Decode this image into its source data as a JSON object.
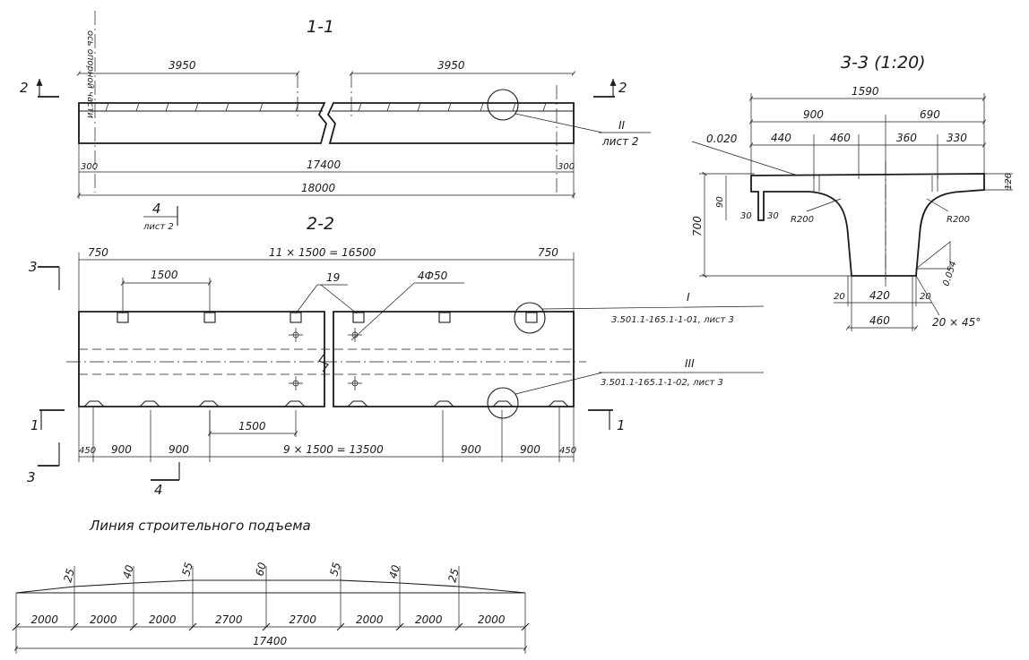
{
  "section_1_1": {
    "title": "1-1",
    "support_axis_note": "ось опорной части",
    "dim_left": "3950",
    "dim_right": "3950",
    "dim_end_left": "300",
    "dim_end_right": "300",
    "dim_span": "17400",
    "dim_total": "18000",
    "cut_mark_left": "2",
    "cut_mark_right": "2",
    "callout_num": "II",
    "callout_ref": "лист 2",
    "cut4_num": "4",
    "cut4_ref": "лист 2"
  },
  "section_2_2": {
    "title": "2-2",
    "dim_end_left_top": "750",
    "dim_repeat_top": "11 × 1500 = 16500",
    "dim_end_right_top": "750",
    "dim_step_top": "1500",
    "pos_19": "19",
    "holes": "4Ф50",
    "callout_I_num": "I",
    "callout_I_ref": "3.501.1-165.1-1-01, лист 3",
    "callout_III_num": "III",
    "callout_III_ref": "3.501.1-165.1-1-02, лист 3",
    "dim_step_bottom": "1500",
    "dim_b_450_left": "450",
    "dim_b_900_1": "900",
    "dim_b_900_2": "900",
    "dim_repeat_bottom": "9 × 1500 = 13500",
    "dim_b_900_3": "900",
    "dim_b_900_4": "900",
    "dim_b_450_right": "450",
    "cut1_left": "1",
    "cut1_right": "1",
    "cut3": "3",
    "cut3_bottom": "3",
    "cut4": "4"
  },
  "section_3_3": {
    "title": "3-3 (1:20)",
    "dim_1590": "1590",
    "dim_900": "900",
    "dim_690": "690",
    "slope_top": "0.020",
    "dim_440": "440",
    "dim_460": "460",
    "dim_360": "360",
    "dim_330": "330",
    "dim_700": "700",
    "dim_90": "90",
    "dim_30a": "30",
    "dim_30b": "30",
    "radius_left": "R200",
    "radius_right": "R200",
    "dim_120": "120",
    "slope_side": "0.054",
    "dim_20_left": "20",
    "dim_420": "420",
    "dim_20_right": "20",
    "dim_460_bottom": "460",
    "chamfer": "20 × 45°"
  },
  "camber": {
    "title": "Линия строительного подъема",
    "ordinates": [
      "25",
      "40",
      "55",
      "60",
      "55",
      "40",
      "25"
    ],
    "segments": [
      "2000",
      "2000",
      "2000",
      "2700",
      "2700",
      "2000",
      "2000",
      "2000"
    ],
    "total": "17400"
  }
}
